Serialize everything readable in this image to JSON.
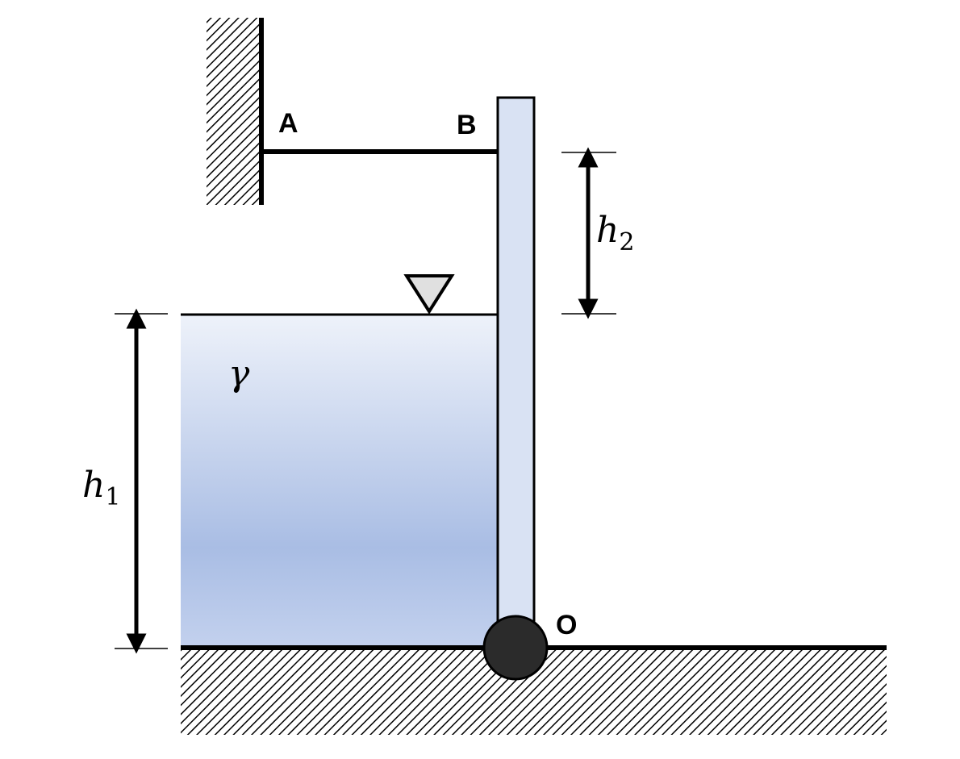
{
  "labels": {
    "A": "A",
    "B": "B",
    "O": "O",
    "gamma": "γ",
    "h1_base": "h",
    "h1_sub": "1",
    "h2_base": "h",
    "h2_sub": "2"
  },
  "colors": {
    "line": "#000000",
    "water_top": "#eef2fa",
    "water_mid": "#a9bde4",
    "water_bottom": "#c3d1ee",
    "gate_fill": "#d9e2f3",
    "hinge_fill": "#2b2b2b",
    "surface_marker_fill": "#e0e0e0"
  }
}
